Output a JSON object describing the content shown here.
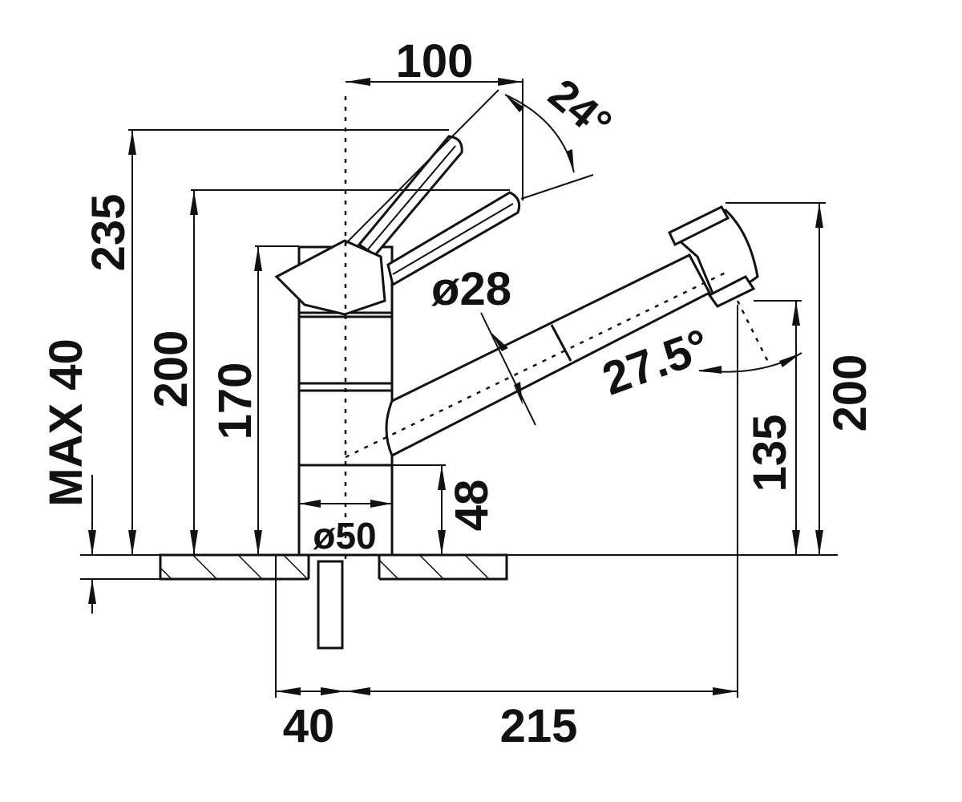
{
  "dimensions": {
    "top_width": "100",
    "lever_angle": "24°",
    "overall_height": "235",
    "lever_height": "200",
    "body_height": "170",
    "max_thickness": "MAX 40",
    "spout_diameter": "ø28",
    "spout_angle": "27.5°",
    "spout_outlet_height": "135",
    "spout_top_height": "200",
    "base_height": "48",
    "base_diameter": "ø50",
    "rear_offset": "40",
    "reach": "215"
  }
}
